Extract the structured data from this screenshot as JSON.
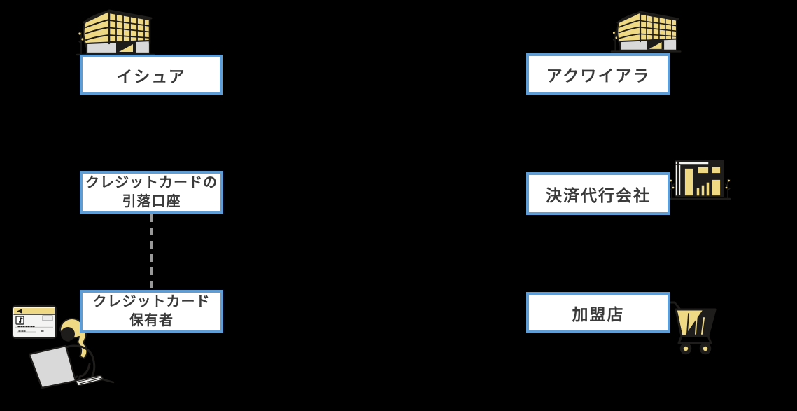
{
  "colors": {
    "background": "#000000",
    "box_border": "#5F9DD6",
    "box_fill": "#FFFFFF",
    "text": "#3A3A3A",
    "yellow": "#F0D985",
    "gray": "#D9D9D9",
    "outline": "#1F1D1B",
    "dash": "#999999"
  },
  "nodes": {
    "issuer": {
      "label": "イシュア"
    },
    "acquirer": {
      "label": "アクワイアラ"
    },
    "debit_account": {
      "line1": "クレジットカードの",
      "line2": "引落口座"
    },
    "payment_agency": {
      "label": "決済代行会社"
    },
    "cardholder": {
      "line1": "クレジットカード",
      "line2": "保有者"
    },
    "merchant": {
      "label": "加盟店"
    }
  },
  "icons": {
    "issuer_icon": "office-building-icon",
    "acquirer_icon": "office-building-icon",
    "payment_agency_icon": "storefront-icon",
    "merchant_icon": "shopping-cart-icon",
    "cardholder_icons": [
      "credit-card-icon",
      "person-laptop-icon"
    ]
  },
  "connectors": [
    {
      "type": "dashed-line",
      "from": "debit_account",
      "to": "cardholder"
    }
  ]
}
